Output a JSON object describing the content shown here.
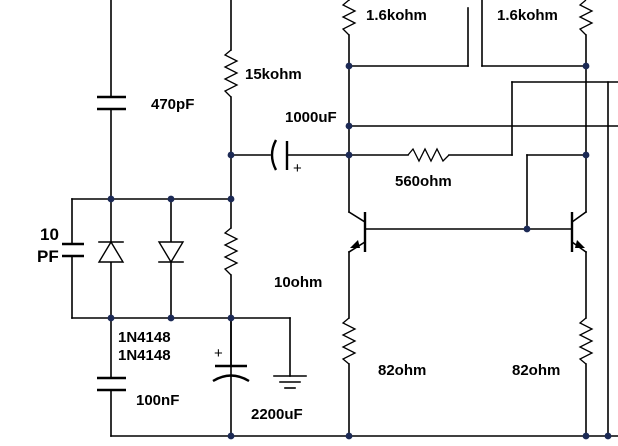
{
  "labels": {
    "cap_470pf": "470pF",
    "res_15k": "15kohm",
    "cap_1000uf": "1000uF",
    "res_560": "560ohm",
    "res_1k6_left": "1.6kohm",
    "res_1k6_right": "1.6kohm",
    "cap_10pf_top": "10",
    "cap_10pf_bottom": "PF",
    "res_10": "10ohm",
    "diode_1": "1N4148",
    "diode_2": "1N4148",
    "cap_100nf": "100nF",
    "cap_2200uf": "2200uF",
    "res_82_left": "82ohm",
    "res_82_right": "82ohm",
    "plus_1000uf": "+",
    "plus_2200uf": "+"
  }
}
